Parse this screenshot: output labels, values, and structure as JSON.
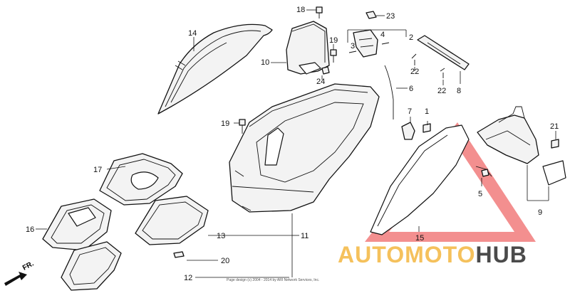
{
  "diagram": {
    "copyright": "Page design (c) 2004 - 2014 by ARI Network Services, Inc.",
    "orientation_label": "FR.",
    "watermark": {
      "part1": "AUTO",
      "part2": "MOTO",
      "part3": "HUB"
    },
    "callouts": {
      "c1": "1",
      "c2": "2",
      "c3": "3",
      "c4": "4",
      "c5": "5",
      "c6": "6",
      "c7": "7",
      "c8": "8",
      "c9": "9",
      "c10": "10",
      "c11": "11",
      "c12": "12",
      "c13": "13",
      "c14": "14",
      "c15": "15",
      "c16": "16",
      "c17": "17",
      "c18": "18",
      "c19a": "19",
      "c19b": "19",
      "c20": "20",
      "c21": "21",
      "c22a": "22",
      "c22b": "22",
      "c23": "23",
      "c24": "24"
    },
    "colors": {
      "line": "#111111",
      "watermark_accent": "#f5c15c",
      "watermark_dark": "#4a4a4a",
      "triangle": "#ef6a6a"
    }
  }
}
